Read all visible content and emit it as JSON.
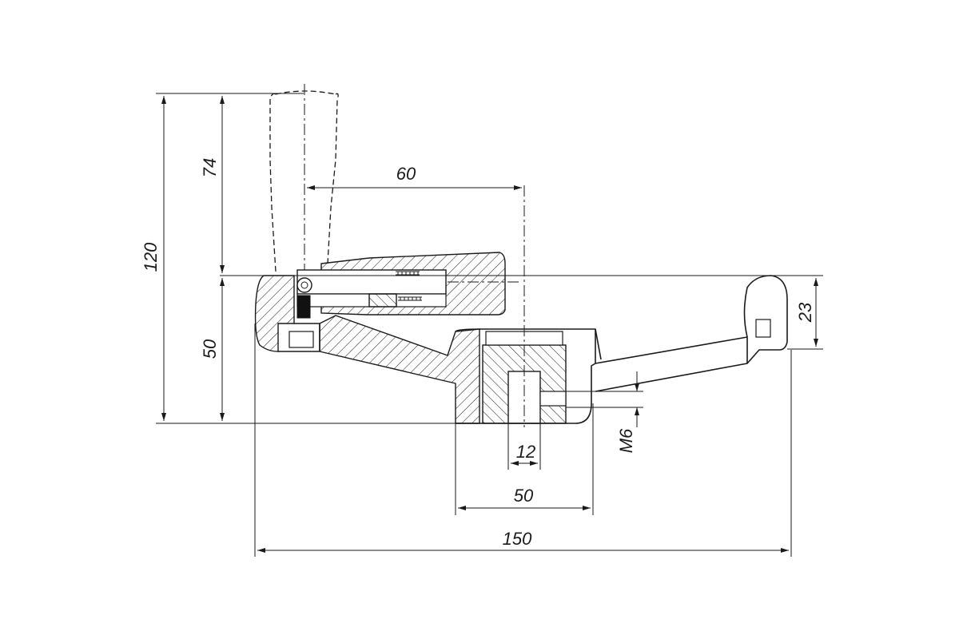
{
  "dimensions": {
    "overall_height": "120",
    "handle_height": "74",
    "handle_offset": "60",
    "hub_height": "50",
    "rim_height": "23",
    "bore_diameter": "12",
    "hub_diameter": "50",
    "overall_diameter": "150",
    "set_screw_thread": "M6"
  },
  "colors": {
    "line": "#1a1a1a",
    "background": "#ffffff"
  }
}
